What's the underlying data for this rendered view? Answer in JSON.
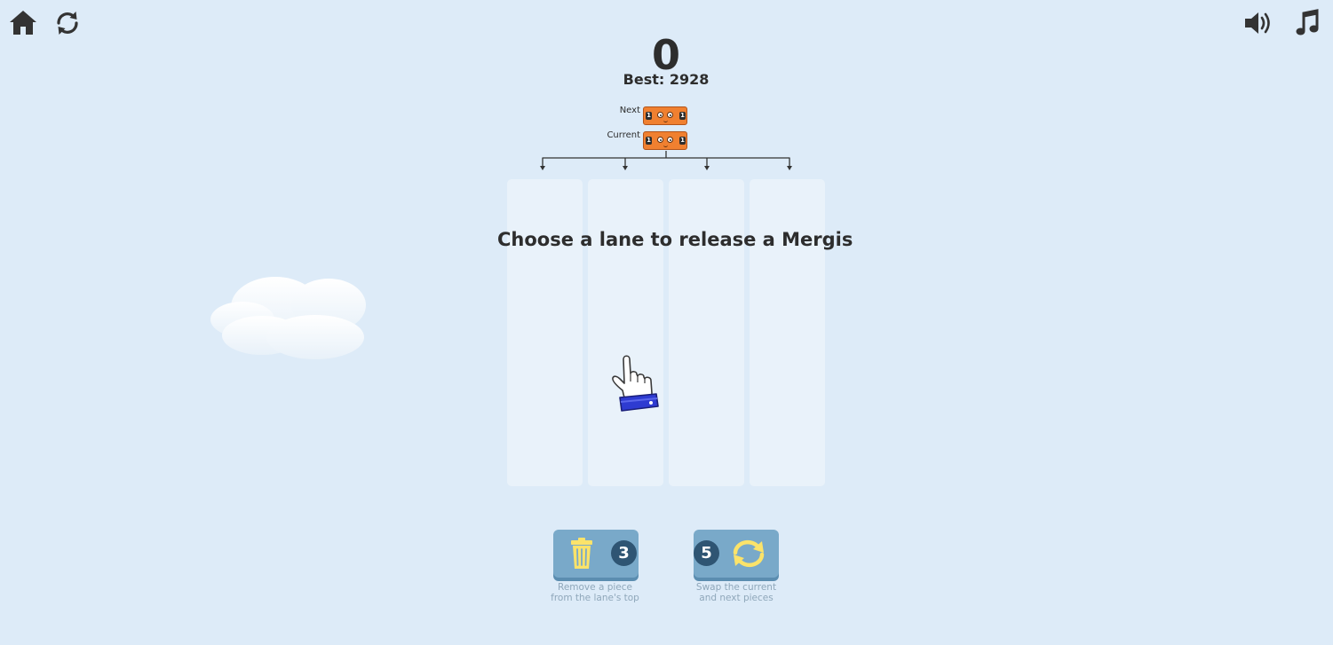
{
  "toolbar": {
    "home_icon": "home-icon",
    "restart_icon": "restart-icon",
    "sound_icon": "speaker-icon",
    "music_icon": "music-note-icon"
  },
  "score": {
    "current": "0",
    "best": "Best: 2928"
  },
  "queue": {
    "next_label": "Next",
    "current_label": "Current",
    "next_piece": {
      "value": "1",
      "color": "#f08030"
    },
    "current_piece": {
      "value": "1",
      "color": "#f08030"
    }
  },
  "board": {
    "lane_count": 4,
    "instruction": "Choose a lane to release a Mergis"
  },
  "powerups": {
    "remove": {
      "count": "3",
      "icon": "trash-can-icon",
      "description_line1": "Remove a piece",
      "description_line2": "from the lane's top"
    },
    "swap": {
      "count": "5",
      "icon": "swap-arrows-icon",
      "description_line1": "Swap the current",
      "description_line2": "and next pieces"
    }
  },
  "colors": {
    "background": "#ddebf8",
    "piece_orange": "#f08030",
    "button_blue": "#79a9c9",
    "badge_dark": "#2f5573",
    "icon_yellow": "#fbe36a"
  }
}
